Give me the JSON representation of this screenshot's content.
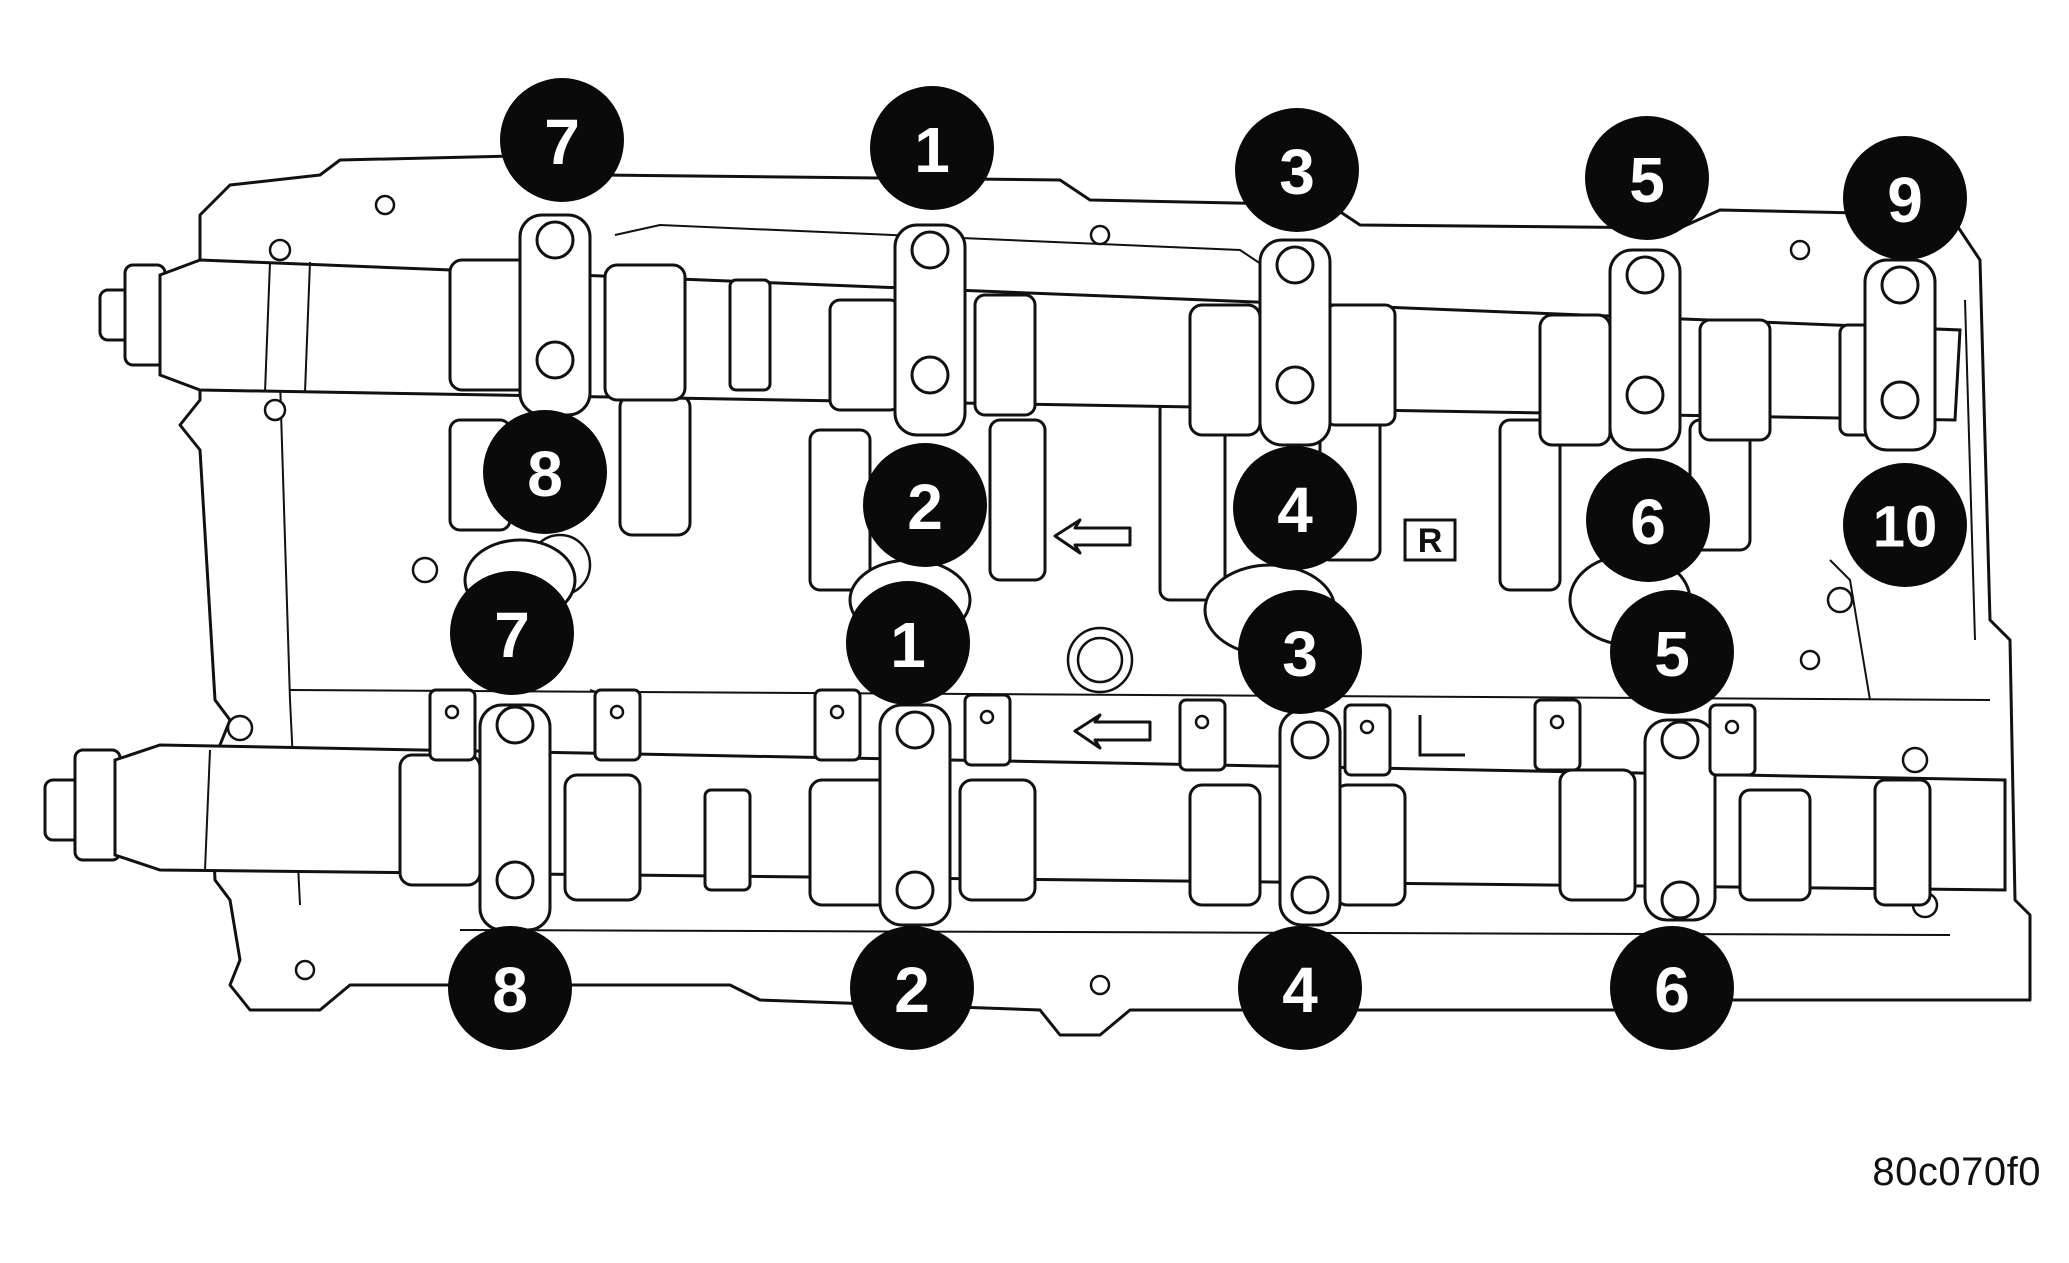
{
  "figure_code": "80c070f0",
  "sequence_labels": {
    "upper_camshaft": [
      "7",
      "1",
      "3",
      "5",
      "9"
    ],
    "upper_inner_row": [
      "8",
      "2",
      "4",
      "6",
      "10"
    ],
    "lower_camshaft_top": [
      "7",
      "1",
      "3",
      "5"
    ],
    "lower_camshaft_bottom": [
      "8",
      "2",
      "4",
      "6"
    ]
  },
  "stamped_marks": {
    "upper_side": "R",
    "lower_side": "L"
  }
}
